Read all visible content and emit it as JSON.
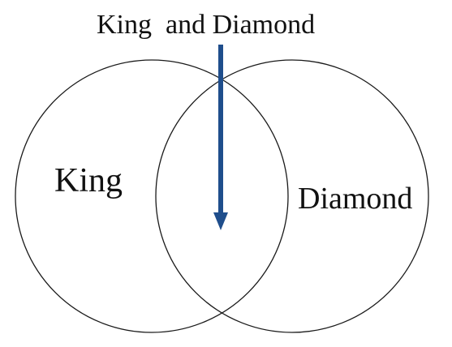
{
  "diagram": {
    "intersection_label": "King  and Diamond",
    "left_set_label": "King",
    "right_set_label": "Diamond",
    "colors": {
      "outline": "#1a1a1a",
      "arrow": "#1f4e8c",
      "text": "#111111",
      "background": "#ffffff"
    },
    "arrow_icon": "arrow-down"
  }
}
